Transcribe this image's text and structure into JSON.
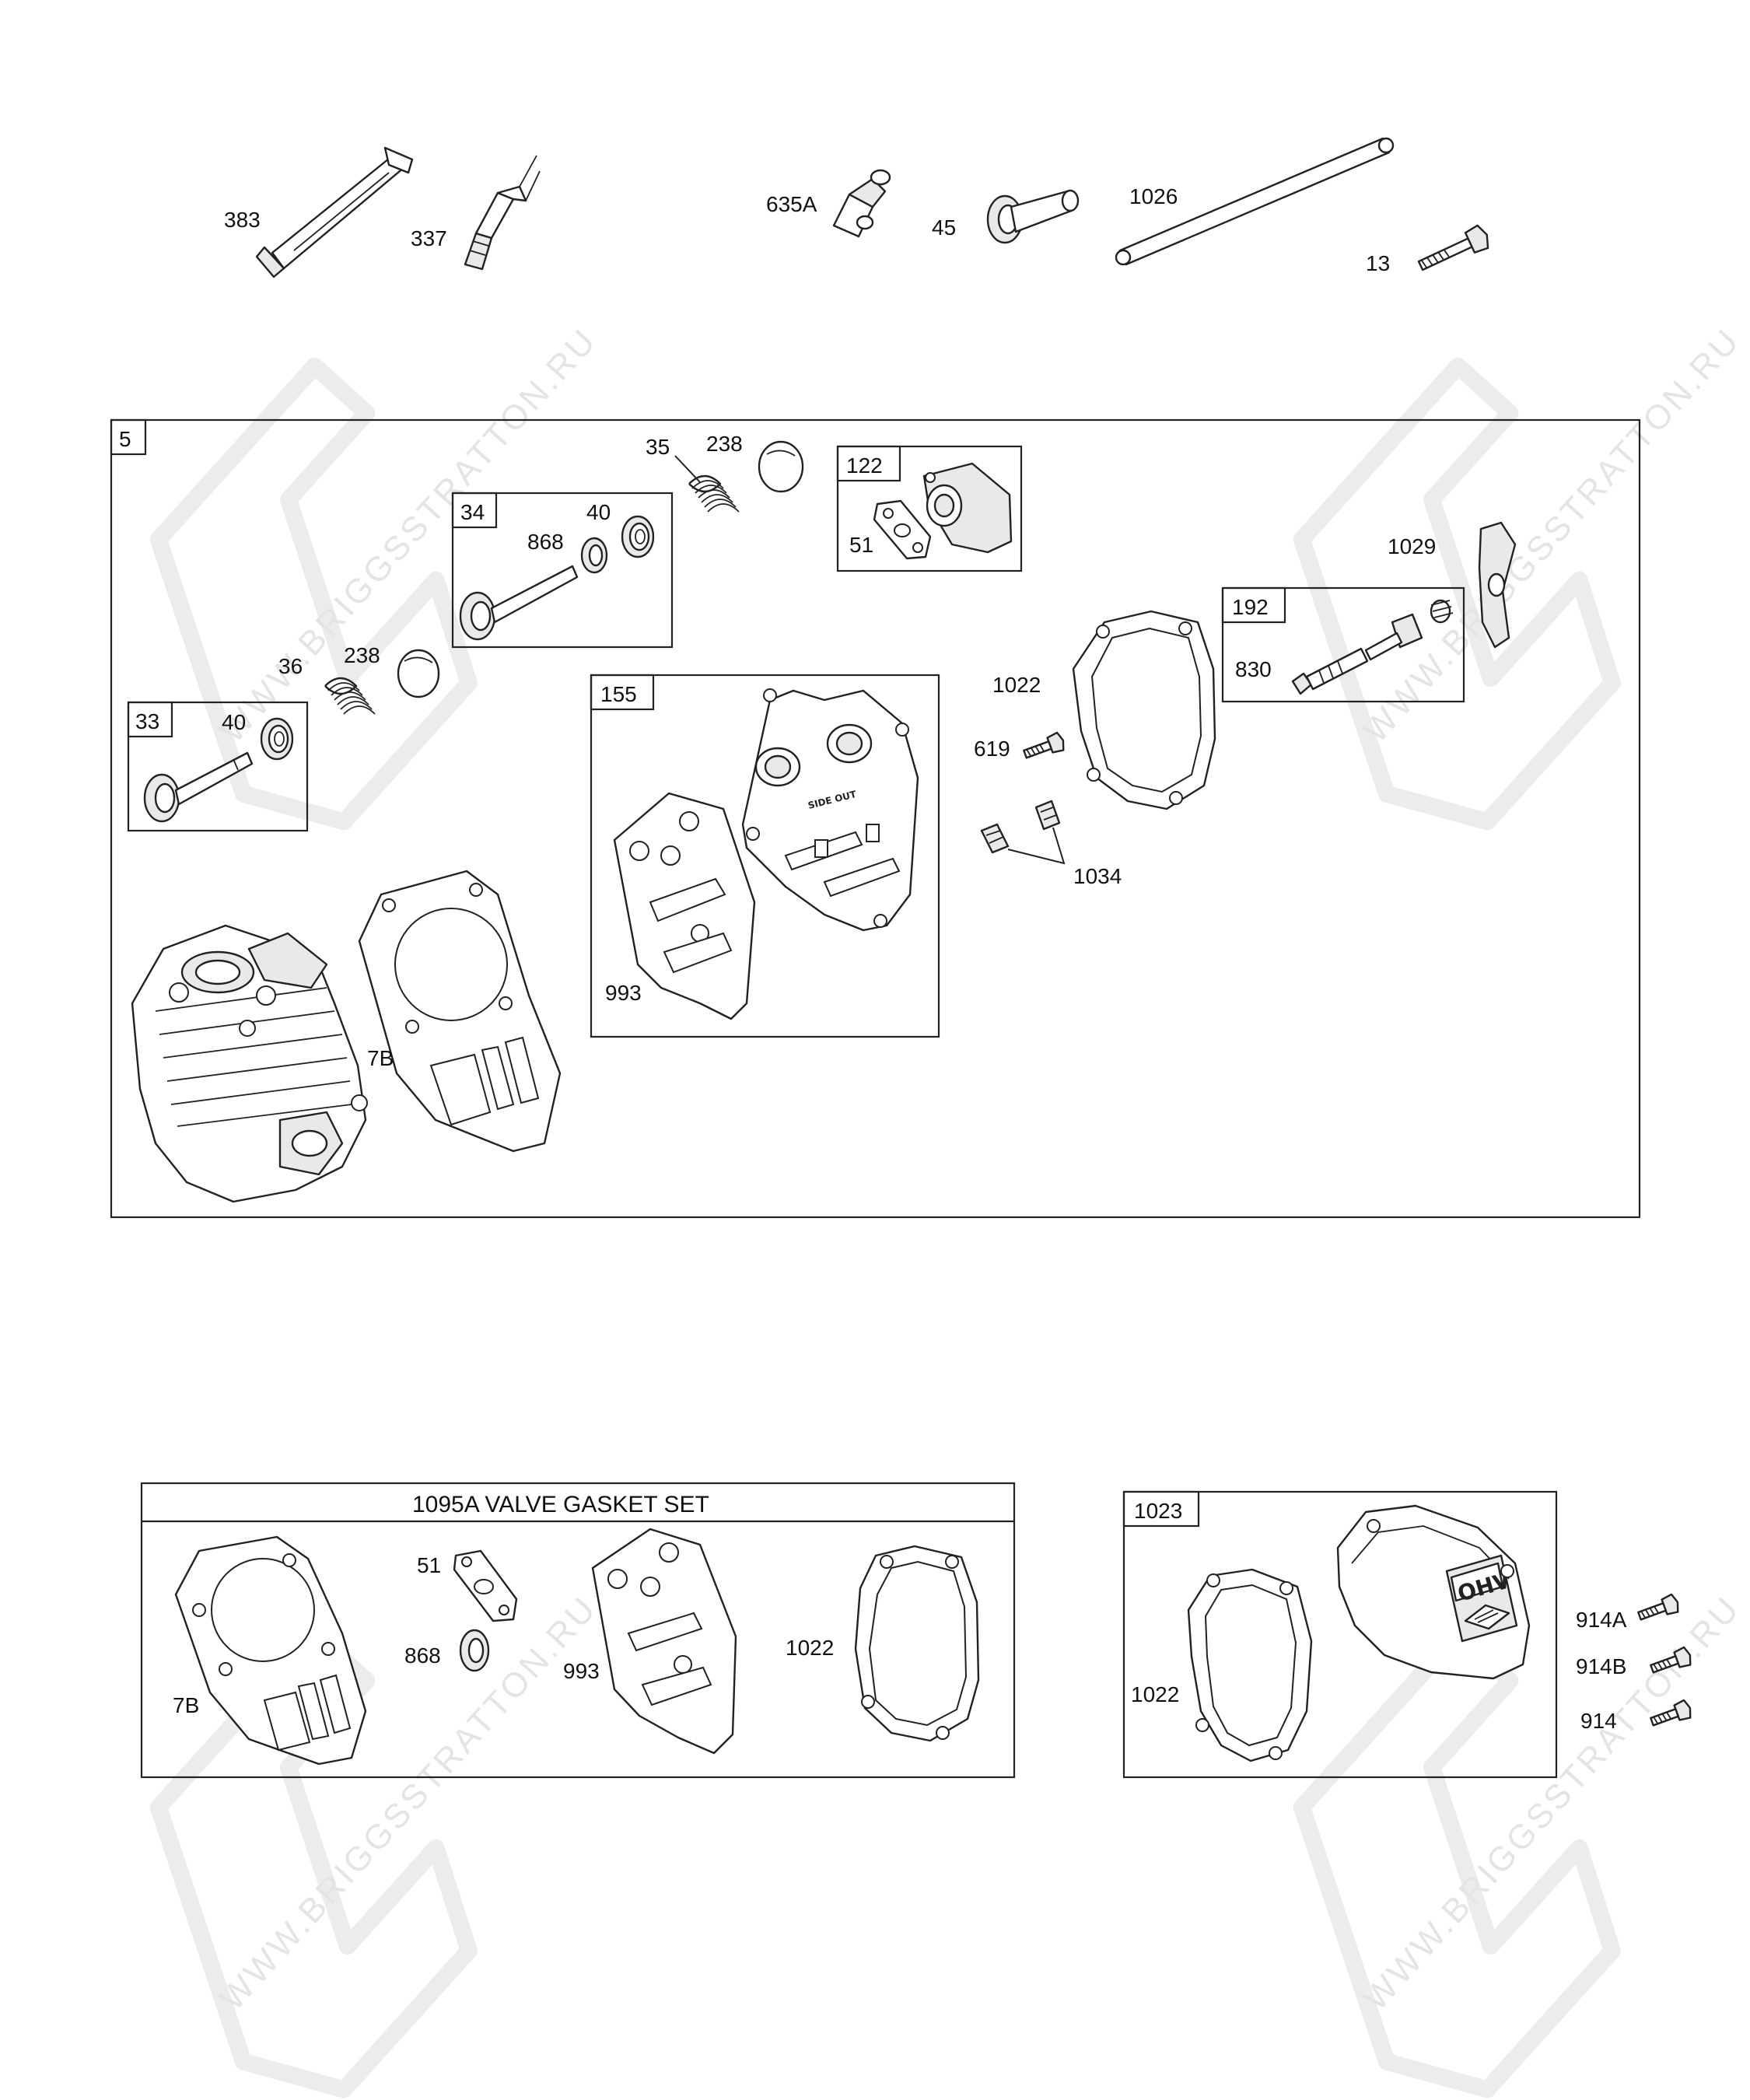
{
  "watermark": "WWW.BRIGGSSTRATTON.RU",
  "colors": {
    "line": "#222222",
    "watermark": "#e4e4e4",
    "background": "#ffffff"
  },
  "top_parts": {
    "p383": "383",
    "p337": "337",
    "p635a": "635A",
    "p45": "45",
    "p1026": "1026",
    "p13": "13"
  },
  "cylinder_head_assembly": {
    "box_label": "5",
    "kit_33": {
      "label": "33",
      "p40": "40"
    },
    "p36": "36",
    "p238_lower": "238",
    "kit_34": {
      "label": "34",
      "p40": "40",
      "p868": "868"
    },
    "p35": "35",
    "p238_upper": "238",
    "kit_122": {
      "label": "122",
      "p51": "51"
    },
    "kit_155": {
      "label": "155",
      "p993": "993",
      "gasket_text": "SIDE OUT"
    },
    "p7b": "7B",
    "p1022": "1022",
    "p619": "619",
    "p1034": "1034",
    "kit_192": {
      "label": "192",
      "p830": "830"
    },
    "p1029": "1029"
  },
  "gasket_set": {
    "title": "1095A VALVE GASKET SET",
    "p51": "51",
    "p868": "868",
    "p993": "993",
    "p1022": "1022",
    "p7b": "7B"
  },
  "cover_kit": {
    "label": "1023",
    "p1022": "1022",
    "cover_logo": "OHV",
    "p914a": "914A",
    "p914b": "914B",
    "p914": "914"
  }
}
